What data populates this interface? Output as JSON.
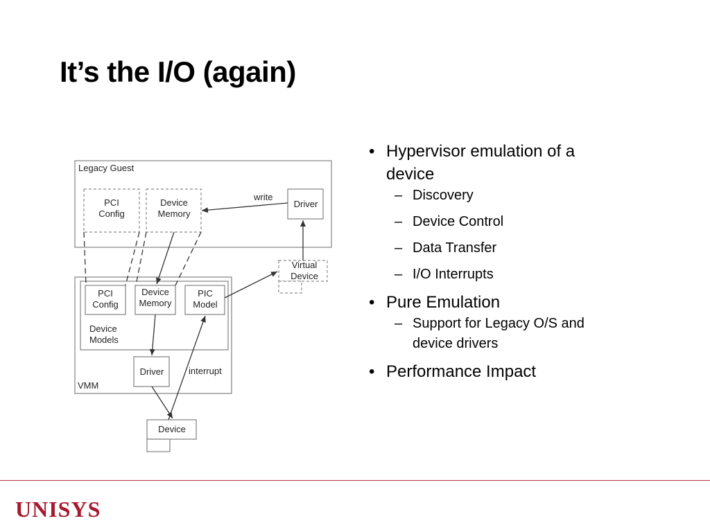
{
  "slide": {
    "title": "It’s the I/O (again)"
  },
  "diagram": {
    "legacy_guest_label": "Legacy Guest",
    "guest_pci_config": [
      "PCI",
      "Config"
    ],
    "guest_device_memory": [
      "Device",
      "Memory"
    ],
    "guest_driver": "Driver",
    "write_label": "write",
    "virtual_device": [
      "Virtual",
      "Device"
    ],
    "vmm_pci_config": [
      "PCI",
      "Config"
    ],
    "vmm_device_memory": [
      "Device",
      "Memory"
    ],
    "vmm_pic_model": [
      "PIC",
      "Model"
    ],
    "device_models_label": [
      "Device",
      "Models"
    ],
    "vmm_driver": "Driver",
    "interrupt_label": "interrupt",
    "vmm_label": "VMM",
    "device": "Device"
  },
  "bullets": [
    {
      "text_lines": [
        "Hypervisor emulation of a",
        "device"
      ],
      "sub": [
        "Discovery",
        "Device Control",
        "Data Transfer",
        "I/O Interrupts"
      ]
    },
    {
      "text_lines": [
        "Pure Emulation"
      ],
      "sub_lines": [
        "Support for Legacy O/S and",
        "device drivers"
      ]
    },
    {
      "text_lines": [
        "Performance Impact"
      ]
    }
  ],
  "footer": {
    "logo_text": "UNISYS",
    "rule_color": "#b8323a",
    "logo_color": "#a6192e"
  },
  "marks": {
    "bullet": "•",
    "dash": "–"
  }
}
